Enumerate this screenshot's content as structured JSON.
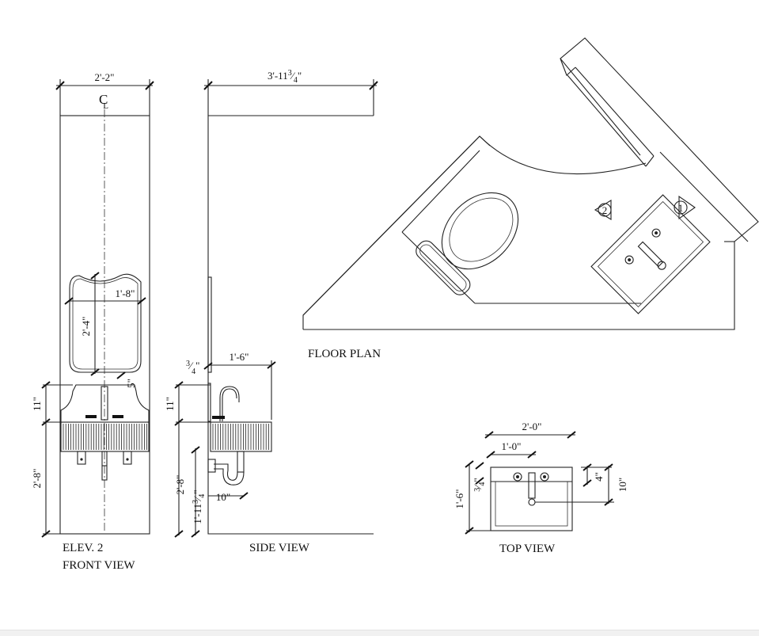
{
  "drawing": {
    "front_view": {
      "width_dim": "2'-2\"",
      "centerline": "CL",
      "mirror_width": "1'-8\"",
      "mirror_height": "2'-4\"",
      "gap": "5\"",
      "backsplash": "11\"",
      "sink_height": "2'-8\"",
      "caption_line1": "ELEV. 2",
      "caption_line2": "FRONT VIEW"
    },
    "side_view": {
      "depth_dim": "3'-11",
      "depth_frac_num": "3",
      "depth_frac_den": "4",
      "depth_unit": "\"",
      "panel_thick_num": "3",
      "panel_thick_den": "4",
      "panel_thick_unit": "\"",
      "sink_depth": "1'-6\"",
      "backsplash": "11\"",
      "counter_height": "2'-8\"",
      "trap_offset": "10\"",
      "trap_height": "1'-11",
      "trap_frac_num": "3",
      "trap_frac_den": "4",
      "trap_unit": "\"",
      "caption": "SIDE VIEW"
    },
    "floor_plan": {
      "caption": "FLOOR PLAN",
      "marker_1": "1",
      "marker_2": "2"
    },
    "top_view": {
      "overall_width": "2'-0\"",
      "faucet_offset": "1'-0\"",
      "depth": "1'-6\"",
      "rim_num": "3",
      "rim_den": "4",
      "rim_unit": "\"",
      "faucet_set": "4\"",
      "drain_set": "10\"",
      "caption": "TOP VIEW"
    }
  }
}
